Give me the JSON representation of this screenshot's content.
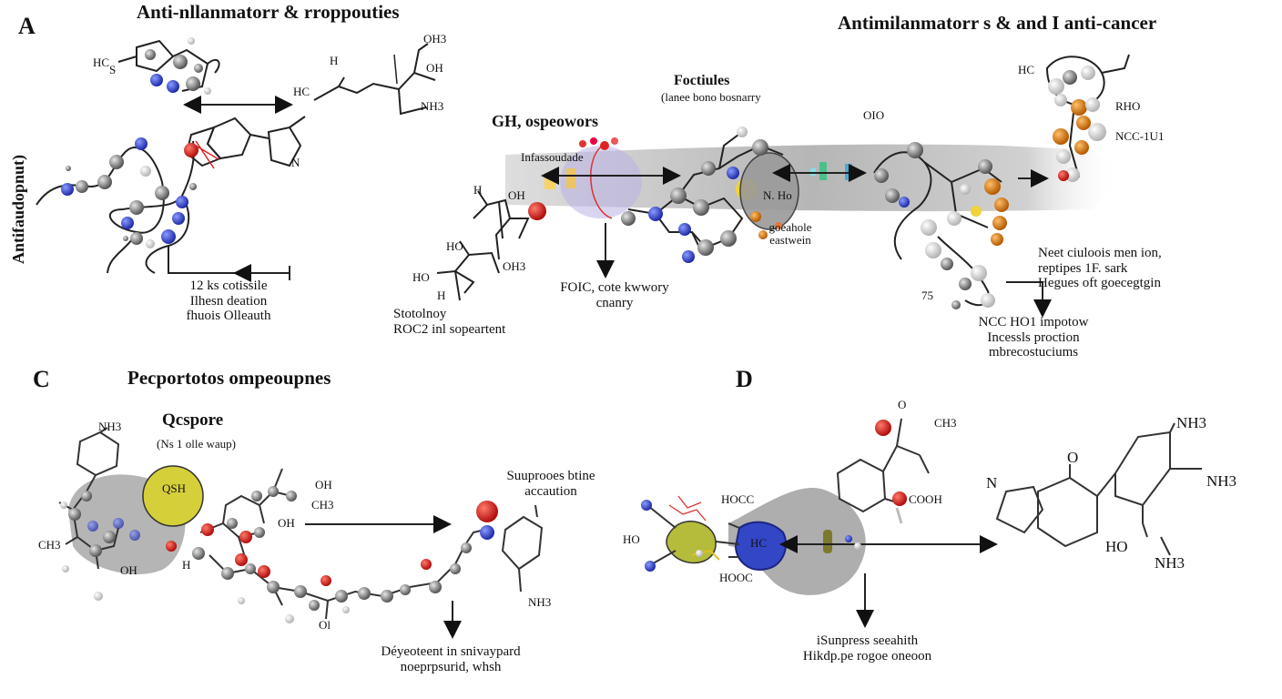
{
  "panels": {
    "a": {
      "letter": "A",
      "title": "Anti-nllanmatorr & rroppouties",
      "side_label": "Antifaudopnut)",
      "formula_hc": "HC",
      "formula_s": "S",
      "formula_h1": "H",
      "formula_hco": "HC",
      "formula_oh3": "OH3",
      "formula_oh": "OH",
      "formula_nh3": "NH3",
      "formula_n": "N",
      "caption": [
        "12 ks cotissile",
        "Ilhesn deation",
        "fhuois Olleauth"
      ]
    },
    "b": {
      "title": "Antimilanmatorr s & and I anti-cancer",
      "gh_label": "GH, ospeowors",
      "facticles_title": "Foctiules",
      "facticles_sub": "(lanee bono bosnarry",
      "infas_label": "Infassoudade",
      "mid_caption": [
        "FOIC, cote kwwory",
        "cnanry"
      ],
      "gene_label": [
        "goeahole",
        "eastwein"
      ],
      "nh_label": "N. Ho",
      "oio_label": "OIO",
      "rho_label": "RHO",
      "hco_label": "HC",
      "ncc_label": "NCC-1U1",
      "left_formulas": {
        "h": "H",
        "oh": "OH",
        "ho": "HO",
        "oh3": "OH3",
        "ho2": "HO",
        "h2": "H"
      },
      "left_caption": [
        "Stotolnoy",
        "ROC2 inl sopeartent"
      ],
      "right_caption": [
        "Neet ciuloois men ion,",
        "reptipes 1F. sark",
        "Hegues oft goecegtgin"
      ],
      "num_75": "75",
      "bottom_caption": [
        "NCC HO1 impotow",
        "Incessls proction",
        "mbrecostuciums"
      ]
    },
    "c": {
      "letter": "C",
      "title": "Pecportotos ompeoupnes",
      "qc_label": "Qcspore",
      "qc_sub": "(Ns 1 olle waup)",
      "nh3": "NH3",
      "ch3": "CH3",
      "oh": "OH",
      "h": "H",
      "oh_top": "OH",
      "ch3_top": "CH3",
      "oh_mid": "OH",
      "ol": "Ol",
      "osh": "QSH",
      "right_caption": [
        "Suuprooes btine",
        "accaution"
      ],
      "nh3_right": "NH3",
      "bottom_caption": [
        "Déyeoteent in snivaypard",
        "noeprpsurid, whsh"
      ]
    },
    "d": {
      "letter": "D",
      "hocc": "HOCC",
      "hooc": "HOOC",
      "ho": "HO",
      "hc": "HC",
      "o_top": "O",
      "ch3": "CH3",
      "cooh": "COOH",
      "nh3_top": "NH3",
      "n": "N",
      "o": "O",
      "nh3_right": "NH3",
      "ho_right": "HO",
      "nh3_bottom": "NH3",
      "bottom_caption": [
        "iSunpress seeahith",
        "Hikdp.pe rogoe oneoon"
      ]
    }
  }
}
